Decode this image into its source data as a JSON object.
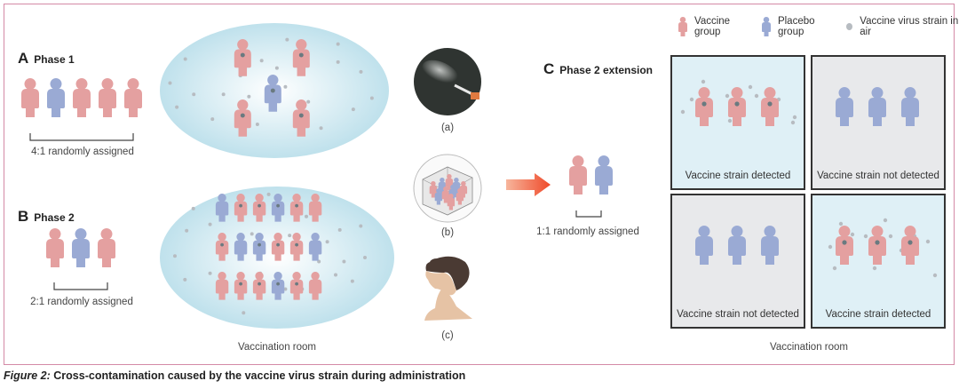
{
  "colors": {
    "vaccine": "#e4a0a0",
    "placebo": "#9aaad4",
    "air_dot": "#b7bcc1",
    "detect_dot": "#6a7a80",
    "room_fill": "#bfe1ec",
    "detected_bg": "#dff0f6",
    "not_detected_bg": "#e8e9eb",
    "frame": "#d48aa6",
    "arrow": "#ef5a3a"
  },
  "legend": {
    "vaccine_label": "Vaccine group",
    "placebo_label": "Placebo group",
    "air_label": "Vaccine virus strain in air"
  },
  "panel_a": {
    "letter": "A",
    "title": "Phase 1",
    "figures": [
      "vaccine",
      "placebo",
      "vaccine",
      "vaccine",
      "vaccine"
    ],
    "assignment": "4:1 randomly assigned"
  },
  "panel_b": {
    "letter": "B",
    "title": "Phase 2",
    "figures": [
      "vaccine",
      "placebo",
      "vaccine"
    ],
    "assignment": "2:1 randomly assigned"
  },
  "room_label": "Vaccination room",
  "insets": {
    "a": "(a)",
    "b": "(b)",
    "c": "(c)"
  },
  "panel_c": {
    "letter": "C",
    "title": "Phase 2 extension",
    "figures": [
      "vaccine",
      "placebo"
    ],
    "assignment": "1:1 randomly assigned",
    "boxes": [
      {
        "group": "vaccine",
        "label": "Vaccine strain detected",
        "detected": true
      },
      {
        "group": "placebo",
        "label": "Vaccine strain not detected",
        "detected": false
      },
      {
        "group": "placebo",
        "label": "Vaccine strain not detected",
        "detected": false
      },
      {
        "group": "vaccine",
        "label": "Vaccine strain detected",
        "detected": true
      }
    ],
    "room_label": "Vaccination room"
  },
  "caption": {
    "figure_label": "Figure 2:",
    "text": " Cross-contamination caused by the vaccine virus strain during administration"
  }
}
